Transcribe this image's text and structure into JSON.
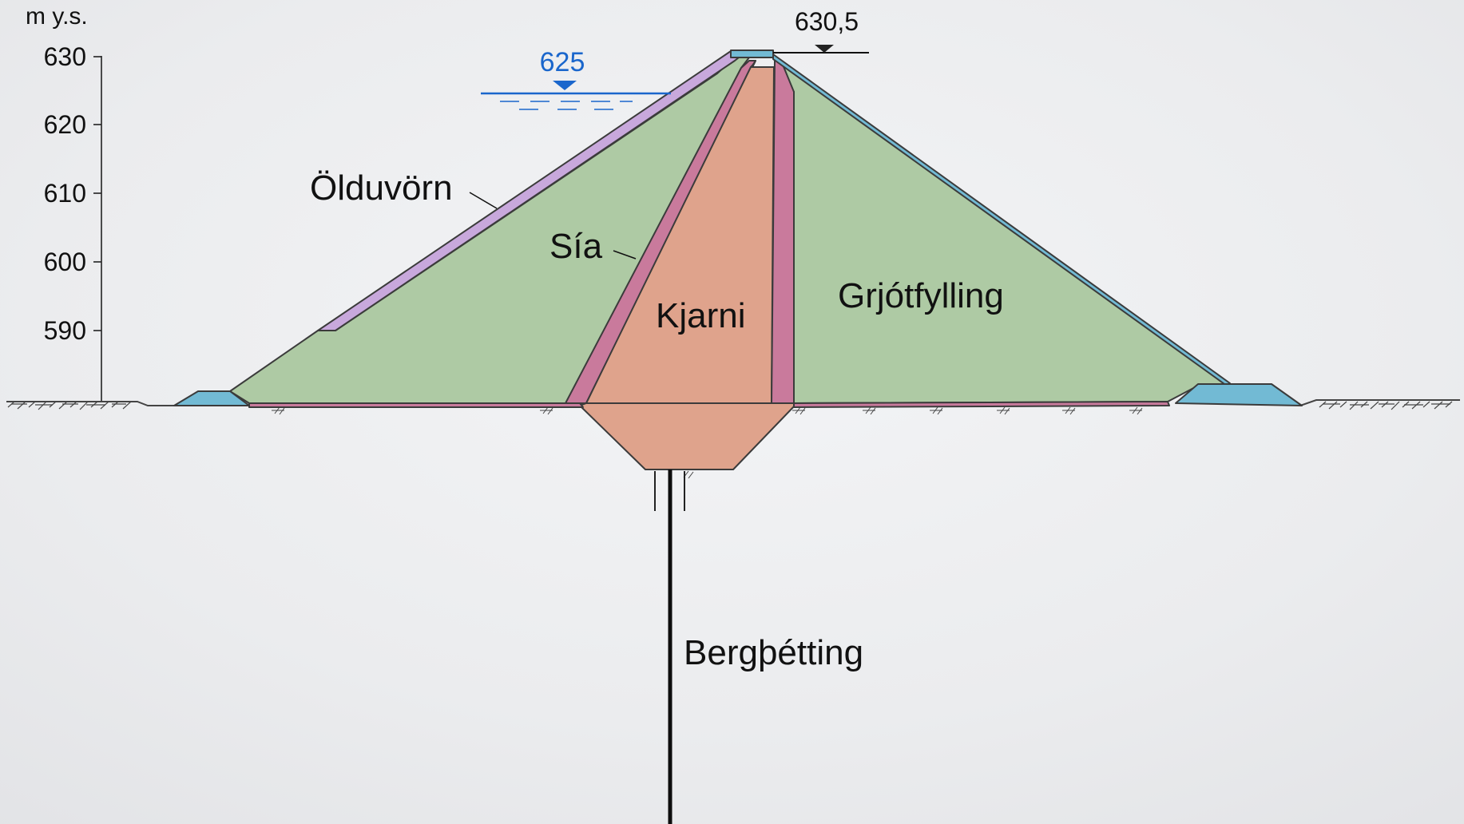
{
  "axis": {
    "unit_label": "m y.s.",
    "ticks": [
      "630",
      "620",
      "610",
      "600",
      "590"
    ]
  },
  "water": {
    "level_label": "625",
    "color": "#1a66cc"
  },
  "crest": {
    "level_label": "630,5"
  },
  "zones": {
    "wave_protection": "Ölduvörn",
    "filter": "Sía",
    "core": "Kjarni",
    "rockfill": "Grjótfylling",
    "grout_curtain": "Bergþétting"
  },
  "colors": {
    "background": "#eeeff1",
    "rockfill": "#aecaa4",
    "core": "#dfa38c",
    "filter": "#c97a9c",
    "wave_protection": "#c8a8dc",
    "toe_drain": "#72bad4",
    "outline": "#3b3b3b"
  }
}
